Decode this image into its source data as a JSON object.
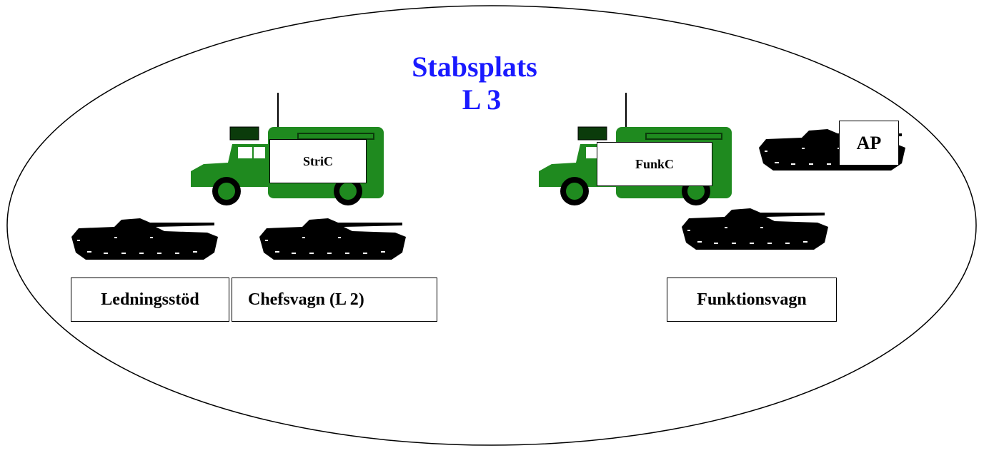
{
  "diagram": {
    "title_line1": "Stabsplats",
    "title_line2": "L 3",
    "labels": {
      "stric": "StriC",
      "funkc": "FunkC",
      "ap": "AP",
      "ledningsstod": "Ledningsstöd",
      "chefsvagn": "Chefsvagn (L 2)",
      "funktionsvagn": "Funktionsvagn"
    },
    "colors": {
      "title": "#1a1aff",
      "truck": "#1f8a1f",
      "truck_dark": "#0b3b0b",
      "tank": "#000000",
      "outline": "#000000"
    },
    "icons": [
      "truck-icon",
      "tank-icon"
    ]
  }
}
